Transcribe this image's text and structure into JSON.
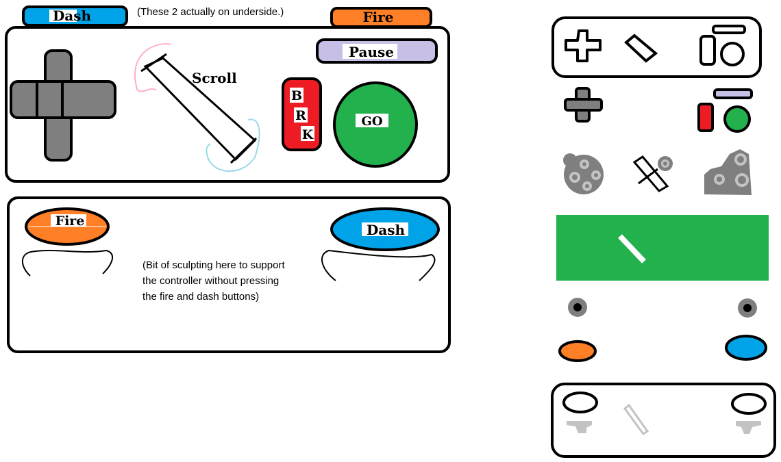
{
  "top_labels": {
    "dash": "Dash",
    "fire": "Fire",
    "note": "(These 2 actually on underside.)"
  },
  "front_panel": {
    "pause": "Pause",
    "scroll": "Scroll",
    "brake_letters": [
      "B",
      "R",
      "K"
    ],
    "go": "GO"
  },
  "back_panel": {
    "fire": "Fire",
    "dash": "Dash",
    "note_lines": [
      "(Bit of sculpting here to support",
      "the controller without pressing",
      "the fire and dash buttons)"
    ]
  },
  "colors": {
    "dash": "#00a2e8",
    "fire": "#ff7f27",
    "pause": "#c8bfe7",
    "brake": "#ed1c24",
    "go": "#22b14c",
    "dpad": "#7f7f7f",
    "light_gray": "#c3c3c3"
  }
}
